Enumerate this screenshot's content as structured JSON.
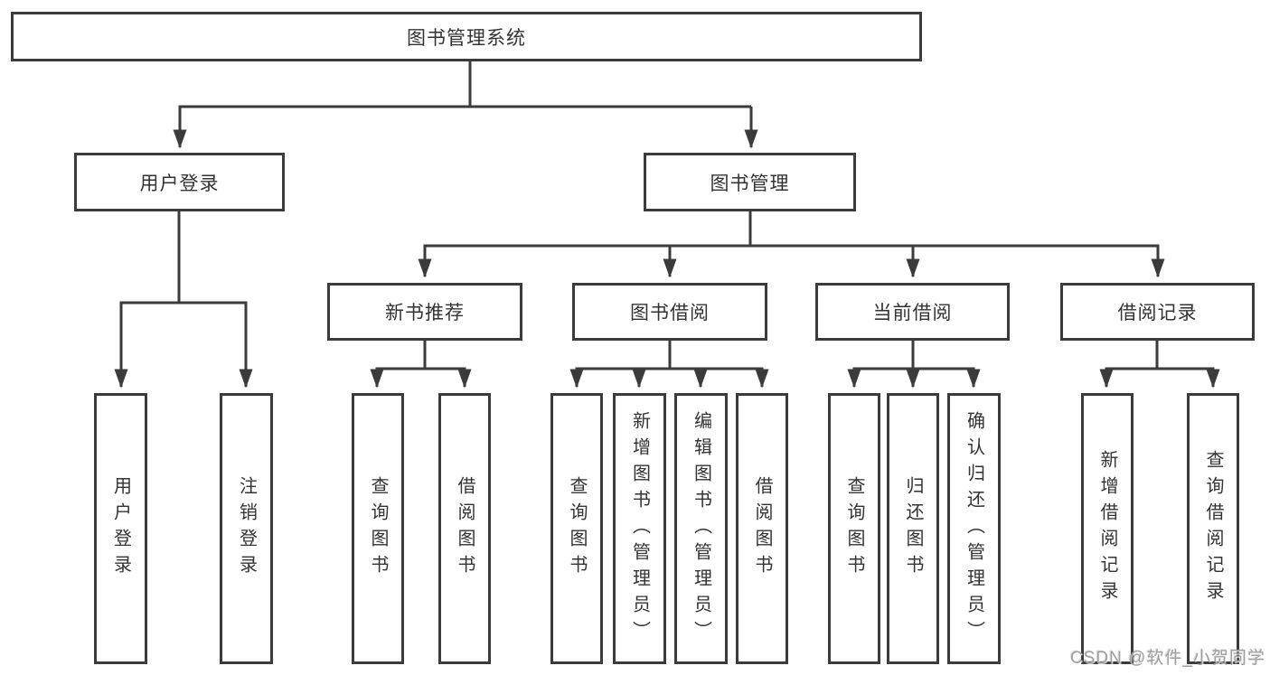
{
  "nodes": {
    "root": "图书管理系统",
    "user_login": "用户登录",
    "book_management": "图书管理",
    "new_book_recommend": "新书推荐",
    "book_borrowing": "图书借阅",
    "current_borrowing": "当前借阅",
    "borrowing_records": "借阅记录",
    "leaf_user_login": "用户登录",
    "leaf_logout": "注销登录",
    "leaf_nbr_query_books": "查询图书",
    "leaf_nbr_borrow_books": "借阅图书",
    "leaf_bb_query_books": "查询图书",
    "leaf_bb_add_books": "新增图书（管理员）",
    "leaf_bb_edit_books": "编辑图书（管理员）",
    "leaf_bb_borrow_books": "借阅图书",
    "leaf_cb_query_books": "查询图书",
    "leaf_cb_return_books": "归还图书",
    "leaf_cb_confirm_return": "确认归还（管理员）",
    "leaf_br_add_record": "新增借阅记录",
    "leaf_br_query_record": "查询借阅记录"
  },
  "edges": [
    {
      "from": "图书管理系统",
      "to": [
        "用户登录",
        "图书管理"
      ]
    },
    {
      "from": "用户登录",
      "to": [
        "用户登录",
        "注销登录"
      ]
    },
    {
      "from": "图书管理",
      "to": [
        "新书推荐",
        "图书借阅",
        "当前借阅",
        "借阅记录"
      ]
    },
    {
      "from": "新书推荐",
      "to": [
        "查询图书",
        "借阅图书"
      ]
    },
    {
      "from": "图书借阅",
      "to": [
        "查询图书",
        "新增图书（管理员）",
        "编辑图书（管理员）",
        "借阅图书"
      ]
    },
    {
      "from": "当前借阅",
      "to": [
        "查询图书",
        "归还图书",
        "确认归还（管理员）"
      ]
    },
    {
      "from": "借阅记录",
      "to": [
        "新增借阅记录",
        "查询借阅记录"
      ]
    }
  ],
  "watermark": "CSDN @软件_小贺同学",
  "colors": {
    "line": "#3b3b3b",
    "box_border": "#3b3b3b",
    "text": "#333333",
    "watermark": "#9f9f9f",
    "background": "#ffffff"
  }
}
